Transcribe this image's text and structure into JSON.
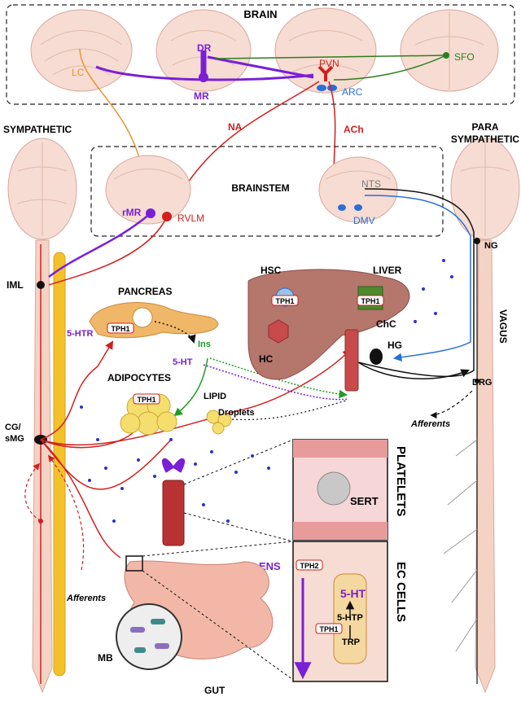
{
  "regions": {
    "brain": "BRAIN",
    "brainstem": "BRAINSTEM",
    "sympathetic": "SYMPATHETIC",
    "parasympathetic_1": "PARA",
    "parasympathetic_2": "SYMPATHETIC",
    "vagus": "VAGUS",
    "platelets": "PLATELETS",
    "ec_cells": "EC CELLS",
    "gut": "GUT"
  },
  "brain_nuclei": {
    "lc": "LC",
    "dr": "DR",
    "mr": "MR",
    "pvn": "PVN",
    "arc": "ARC",
    "sfo": "SFO"
  },
  "brainstem_nuclei": {
    "rmr": "rMR",
    "rvlm": "RVLM",
    "nts": "NTS",
    "dmv": "DMV"
  },
  "pathways": {
    "na": "NA",
    "ach": "ACh"
  },
  "ganglia": {
    "iml": "IML",
    "cg_1": "CG/",
    "cg_2": "sMG",
    "ng": "NG",
    "hg": "HG",
    "drg": "DRG"
  },
  "organs": {
    "pancreas": "PANCREAS",
    "liver": "LIVER",
    "adipocytes": "ADIPOCYTES",
    "lipid_1": "LIPID",
    "lipid_2": "Droplets"
  },
  "cells": {
    "hsc": "HSC",
    "hc": "HC",
    "chc": "ChC",
    "sert": "SERT",
    "mb": "MB",
    "ens": "ENS"
  },
  "molecules": {
    "tph1": "TPH1",
    "tph2": "TPH2",
    "htr": "5-HTR",
    "ht": "5-HT",
    "ins": "Ins",
    "htp": "5-HTP",
    "trp": "TRP"
  },
  "afferents": "Afferents",
  "colors": {
    "serotonergic": "#7a1fd6",
    "sympathetic": "#d11f1f",
    "noradrenergic_lc": "#e8952c",
    "sfo_pathway": "#2f7d1f",
    "parasympathetic": "#2a6fd6",
    "vagal": "#111111",
    "ins": "#1f9d1f",
    "spine": "#f3c12a",
    "body": "#f4d3c5"
  }
}
